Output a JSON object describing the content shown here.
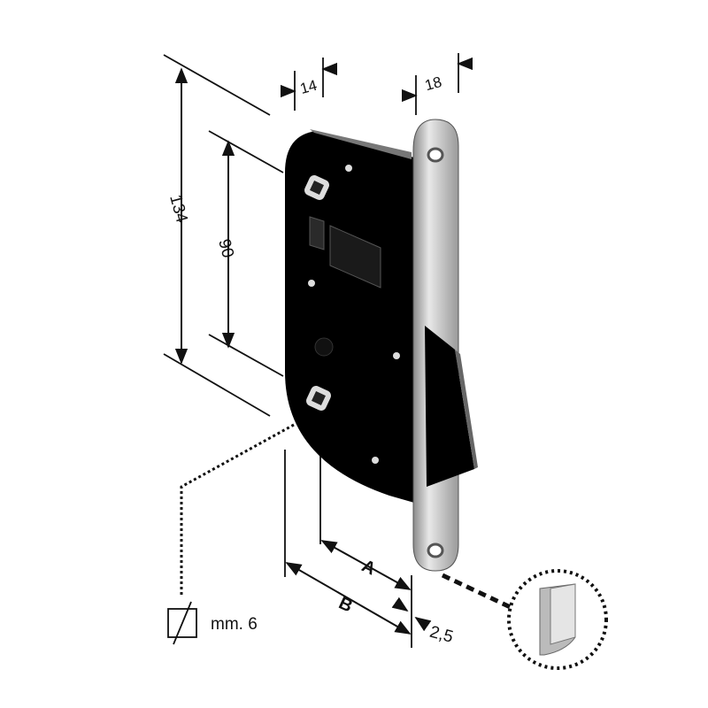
{
  "dimensions": {
    "height_total": "134",
    "height_inner": "90",
    "body_thickness": "14",
    "faceplate_width": "18",
    "distance_a": "A",
    "distance_b": "B",
    "faceplate_thickness": "2,5",
    "square_spindle": "mm. 6"
  },
  "colors": {
    "lock_body": "#000000",
    "faceplate": "#c8c8c8",
    "lines": "#111111"
  }
}
